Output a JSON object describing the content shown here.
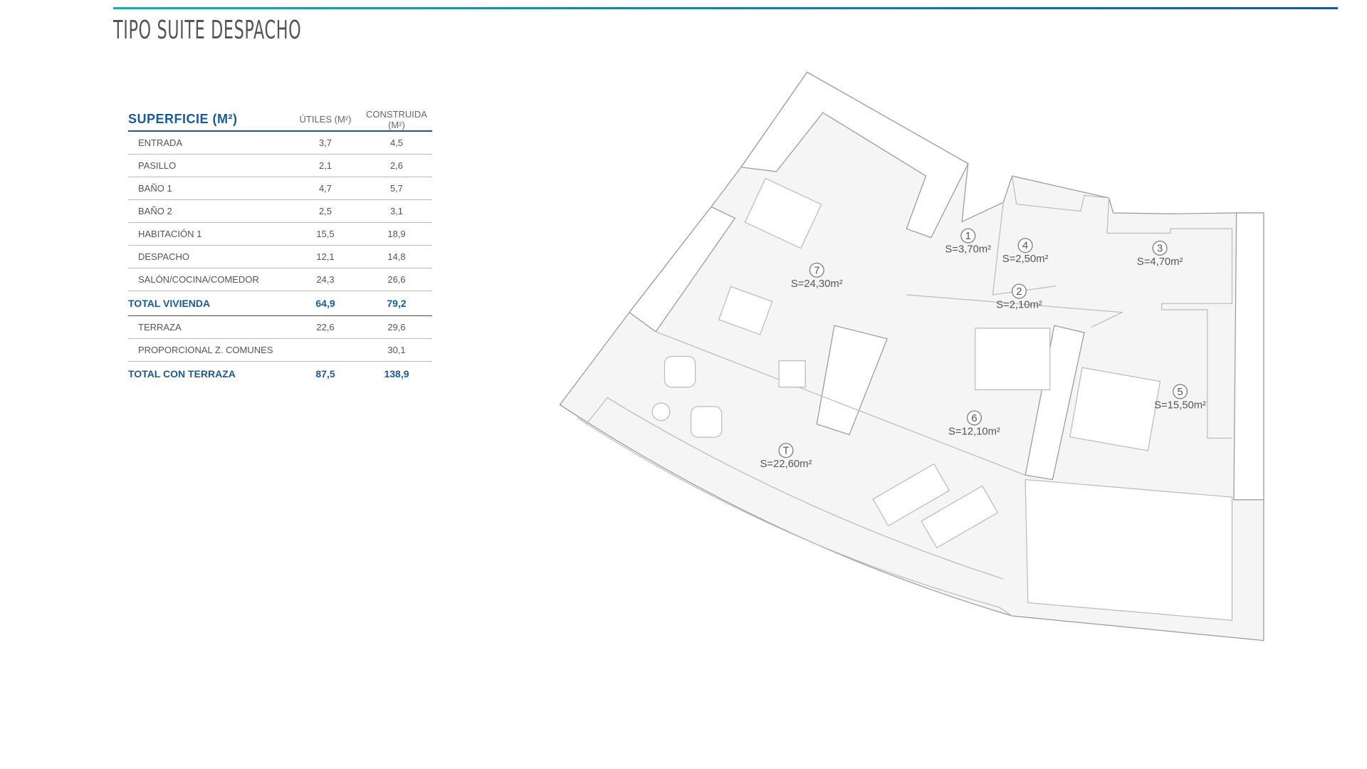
{
  "header": {
    "title": "TIPO SUITE DESPACHO",
    "accent": "#1b5a92",
    "line_color": "#27a5a8"
  },
  "table": {
    "headers": [
      "SUPERFICIE (M²)",
      "ÚTILES (M²)",
      "CONSTRUIDA (M²)"
    ],
    "rows": [
      {
        "label": "ENTRADA",
        "utiles": "3,7",
        "construida": "4,5"
      },
      {
        "label": "PASILLO",
        "utiles": "2,1",
        "construida": "2,6"
      },
      {
        "label": "BAÑO 1",
        "utiles": "4,7",
        "construida": "5,7"
      },
      {
        "label": "BAÑO 2",
        "utiles": "2,5",
        "construida": "3,1"
      },
      {
        "label": "HABITACIÓN 1",
        "utiles": "15,5",
        "construida": "18,9"
      },
      {
        "label": "DESPACHO",
        "utiles": "12,1",
        "construida": "14,8"
      },
      {
        "label": "SALÓN/COCINA/COMEDOR",
        "utiles": "24,3",
        "construida": "26,6"
      }
    ],
    "total_vivienda": {
      "label": "TOTAL VIVIENDA",
      "utiles": "64,9",
      "construida": "79,2"
    },
    "extra_rows": [
      {
        "label": "TERRAZA",
        "utiles": "22,6",
        "construida": "29,6"
      },
      {
        "label": "PROPORCIONAL Z. COMUNES",
        "utiles": "",
        "construida": "30,1"
      }
    ],
    "total_terraza": {
      "label": "TOTAL CON TERRAZA",
      "utiles": "87,5",
      "construida": "138,9"
    }
  },
  "plan": {
    "rooms": [
      {
        "num": "1",
        "area": "S=3,70m²"
      },
      {
        "num": "4",
        "area": "S=2,50m²"
      },
      {
        "num": "3",
        "area": "S=4,70m²"
      },
      {
        "num": "2",
        "area": "S=2,10m²"
      },
      {
        "num": "7",
        "area": "S=24,30m²"
      },
      {
        "num": "5",
        "area": "S=15,50m²"
      },
      {
        "num": "6",
        "area": "S=12,10m²"
      },
      {
        "num": "T",
        "area": "S=22,60m²"
      }
    ]
  }
}
